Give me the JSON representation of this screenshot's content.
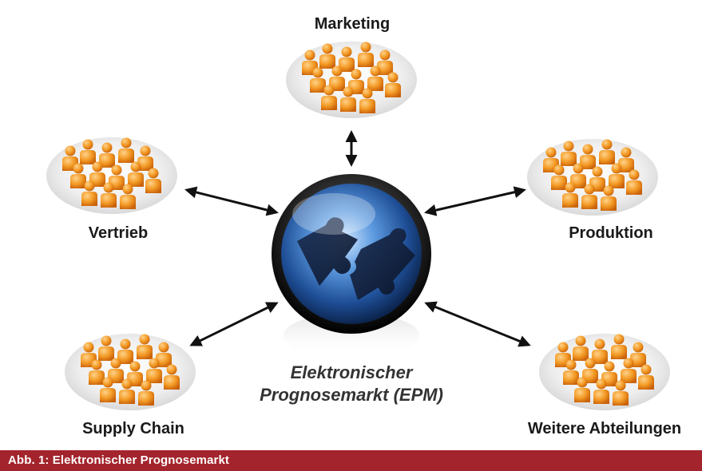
{
  "groups": [
    {
      "id": "marketing",
      "label": "Marketing"
    },
    {
      "id": "vertrieb",
      "label": "Vertrieb"
    },
    {
      "id": "produktion",
      "label": "Produktion"
    },
    {
      "id": "supply",
      "label": "Supply Chain"
    },
    {
      "id": "weitere",
      "label": "Weitere Abteilungen"
    }
  ],
  "center": {
    "line1": "Elektronischer",
    "line2": "Prognosemarkt (EPM)",
    "icon": "puzzle-pieces-icon"
  },
  "caption": "Abb. 1: Elektronischer Prognosemarkt",
  "colors": {
    "caption_bar": "#a3242c",
    "people_orange": "#f08c1e",
    "globe_blue": "#2a5fa8",
    "arrow": "#111111"
  }
}
